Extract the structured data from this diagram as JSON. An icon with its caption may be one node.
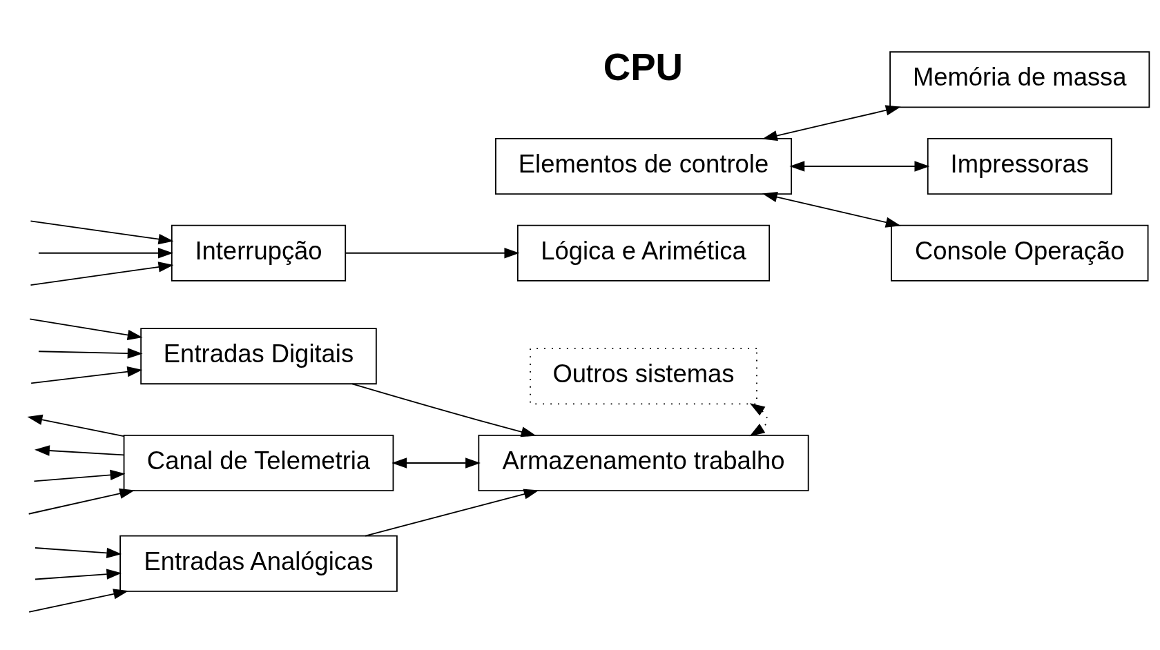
{
  "diagram": {
    "nodes": [
      {
        "text": [
          "Entradas Analógicas"
        ]
      },
      {
        "text": [
          "Entradas Digitais"
        ]
      },
      {
        "text": [
          "Canal de Telemetria"
        ]
      },
      {
        "text": [
          "Interrupção"
        ]
      },
      {
        "text": [
          "Outros sistemas"
        ]
      },
      {
        "text": [
          "Armazenamento trabalho"
        ]
      },
      {
        "text": [
          "Elementos de controle"
        ]
      },
      {
        "text": [
          "Lógica e Arimética"
        ]
      },
      {
        "text": [
          "Memória de massa"
        ]
      },
      {
        "text": [
          "Impressoras"
        ]
      },
      {
        "text": [
          "Console Operação"
        ]
      }
    ],
    "edges": [
      {
        "from": null,
        "to": 0,
        "arrow": "to"
      },
      {
        "from": null,
        "to": 0,
        "arrow": "to"
      },
      {
        "from": null,
        "to": 0,
        "arrow": "to"
      },
      {
        "from": null,
        "to": 1,
        "arrow": "to"
      },
      {
        "from": null,
        "to": 1,
        "arrow": "to"
      },
      {
        "from": null,
        "to": 1,
        "arrow": "to"
      },
      {
        "from": null,
        "to": 2,
        "arrow": "to"
      },
      {
        "from": 2,
        "to": null,
        "arrow": "to"
      },
      {
        "from": null,
        "to": 2,
        "arrow": "to"
      },
      {
        "from": 2,
        "to": null,
        "arrow": "to"
      },
      {
        "from": null,
        "to": 3,
        "arrow": "to"
      },
      {
        "from": null,
        "to": 3,
        "arrow": "to"
      },
      {
        "from": null,
        "to": 3,
        "arrow": "to"
      },
      {
        "from": 0,
        "to": 5,
        "arrow": "to"
      },
      {
        "from": 1,
        "to": 5,
        "arrow": "to"
      },
      {
        "from": 2,
        "to": 5,
        "arrow": "both"
      },
      {
        "from": 3,
        "to": 7,
        "arrow": "to"
      },
      {
        "from": 4,
        "to": 5,
        "arrow": "both",
        "style": "dashed"
      },
      {
        "from": 6,
        "to": 8,
        "arrow": "both"
      },
      {
        "from": 6,
        "to": 9,
        "arrow": "both"
      },
      {
        "from": 6,
        "to": 10,
        "arrow": "both"
      }
    ],
    "labels": [
      "CPU"
    ]
  }
}
